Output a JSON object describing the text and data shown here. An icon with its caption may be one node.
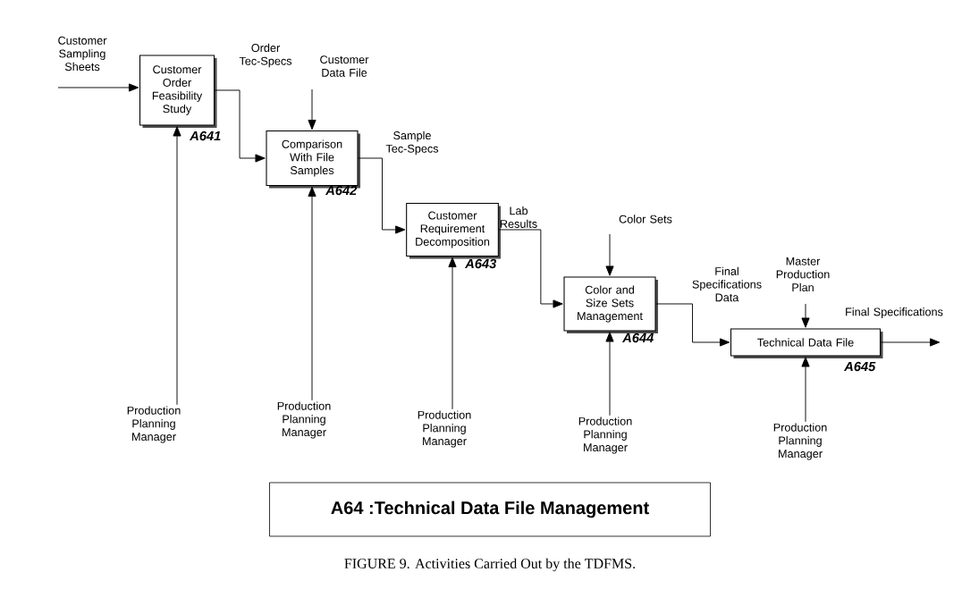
{
  "diagram": {
    "caption": "FIGURE 9. Activities Carried Out by the TDFMS.",
    "nodes": [
      {
        "text": [
          "Customer Order Feasibility Study"
        ],
        "beside": [
          "A641"
        ]
      },
      {
        "text": [
          "Comparison With File Samples"
        ],
        "beside": [
          "A642"
        ]
      },
      {
        "text": [
          "Customer Requirement Decomposition"
        ],
        "beside": [
          "A643"
        ]
      },
      {
        "text": [
          "Color and Size Sets Management"
        ],
        "beside": [
          "A644"
        ]
      },
      {
        "text": [
          "Technical Data File"
        ],
        "beside": [
          "A645"
        ]
      },
      {
        "text": [
          "Production Planning Manager"
        ]
      },
      {
        "text": [
          "Production Planning Manager"
        ]
      },
      {
        "text": [
          "Production Planning Manager"
        ]
      },
      {
        "text": [
          "Production Planning Manager"
        ]
      },
      {
        "text": [
          "Production Planning Manager"
        ]
      },
      {
        "text": [
          "A64 :Technical Data File Management"
        ]
      }
    ],
    "edges": [
      {
        "from": null,
        "to": 0,
        "arrow": "to",
        "label": "Customer Sampling Sheets"
      },
      {
        "from": 0,
        "to": 1,
        "arrow": "to",
        "label": "Order Tec-Specs"
      },
      {
        "from": null,
        "to": 1,
        "arrow": "to",
        "label": "Customer Data File"
      },
      {
        "from": 1,
        "to": 2,
        "arrow": "to",
        "label": "Sample Tec-Specs"
      },
      {
        "from": 2,
        "to": 3,
        "arrow": "to",
        "label": "Lab Results"
      },
      {
        "from": null,
        "to": 3,
        "arrow": "to",
        "label": "Color Sets"
      },
      {
        "from": 3,
        "to": 4,
        "arrow": "to",
        "label": "Final Specifications Data"
      },
      {
        "from": null,
        "to": 4,
        "arrow": "to",
        "label": "Master Production Plan"
      },
      {
        "from": 4,
        "to": null,
        "arrow": "to",
        "label": "Final Specifications"
      },
      {
        "from": 5,
        "to": 0,
        "arrow": "to"
      },
      {
        "from": 6,
        "to": 1,
        "arrow": "to"
      },
      {
        "from": 7,
        "to": 2,
        "arrow": "to"
      },
      {
        "from": 8,
        "to": 3,
        "arrow": "to"
      },
      {
        "from": 9,
        "to": 4,
        "arrow": "to"
      }
    ]
  }
}
